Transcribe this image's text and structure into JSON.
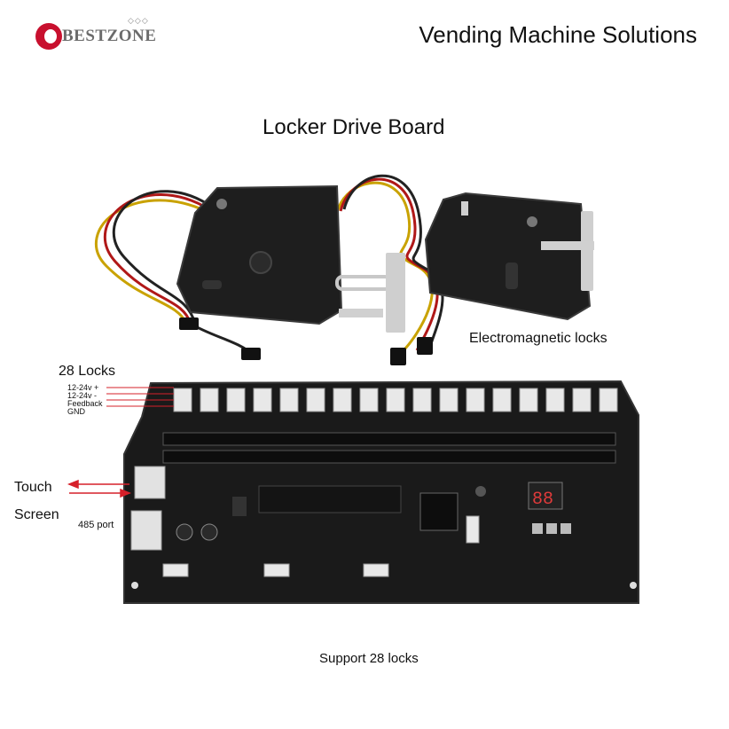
{
  "logo": {
    "text": "BESTZONE",
    "diamonds": "◇◇◇"
  },
  "header": {
    "headline": "Vending Machine Solutions"
  },
  "main": {
    "title": "Locker Drive Board",
    "locks_caption": "Electromagnetic locks",
    "lock_count_label": "28 Locks",
    "pin_labels": [
      "12-24v +",
      "12-24v -",
      "Feedback",
      "GND"
    ],
    "touch_label": "Touch",
    "screen_label": "Screen",
    "port_label": "485 port",
    "support_caption": "Support 28 locks"
  },
  "colors": {
    "brand_red": "#c8102e",
    "pcb": "#1a1a1a",
    "arrow": "#d6202a"
  }
}
